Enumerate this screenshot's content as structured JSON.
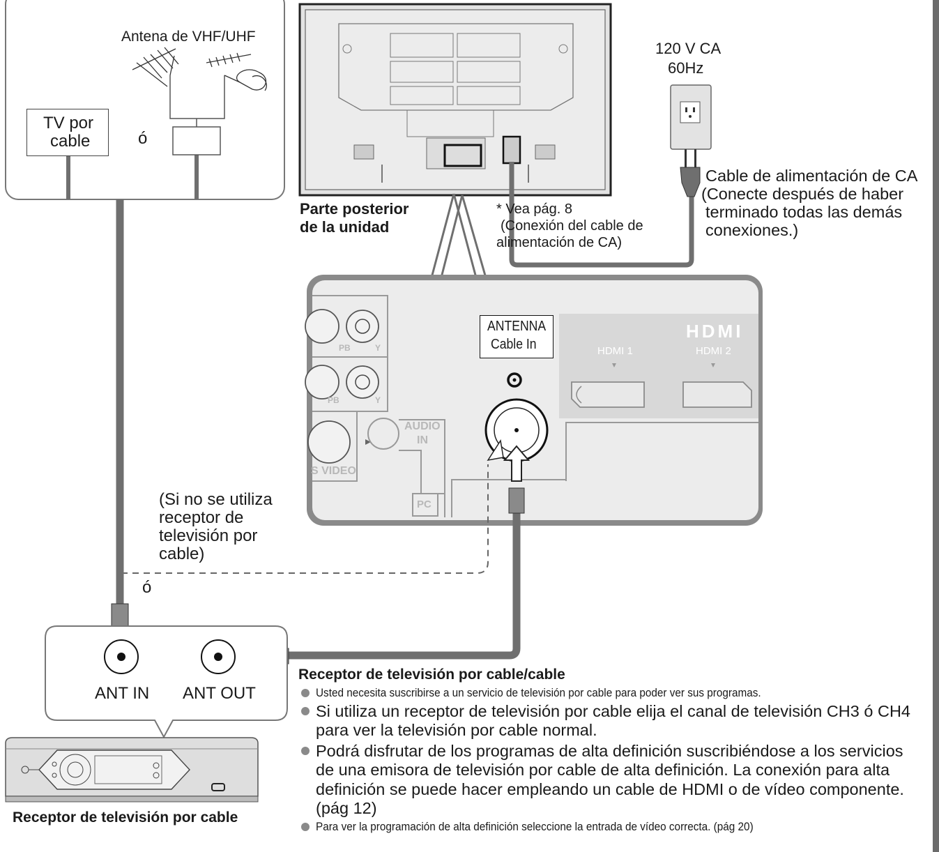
{
  "diagram": {
    "antenna_box": {
      "antenna_label": "Antena de VHF/UHF",
      "cable_tv_label_line1": "TV por",
      "cable_tv_label_line2": "cable",
      "or_label": "ó"
    },
    "tv_rear": {
      "caption_line1": "Parte posterior",
      "caption_line2": "de la unidad",
      "note_line1": "* Vea pág. 8",
      "note_line2": "(Conexión del cable de",
      "note_line3": "alimentación de CA)"
    },
    "power": {
      "voltage": "120 V CA",
      "frequency": "60Hz",
      "cable_label_line1": "Cable de alimentación de CA",
      "cable_label_line2": "(Conecte después de haber",
      "cable_label_line3": "terminado todas las demás",
      "cable_label_line4": "conexiones.)"
    },
    "panel": {
      "antenna_label_line1": "ANTENNA",
      "antenna_label_line2": "Cable In",
      "hdmi_logo": "HDMI",
      "hdmi1": "HDMI 1",
      "hdmi2": "HDMI 2",
      "pb_label": "PB",
      "pb_label2": "PB",
      "y_label": "Y",
      "y_label2": "Y",
      "audio_in_line1": "AUDIO",
      "audio_in_line2": "IN",
      "s_video": "S VIDEO",
      "pc": "PC"
    },
    "alt_path": {
      "line1": "(Si no se utiliza",
      "line2": "receptor de",
      "line3": "televisión por",
      "line4": "cable)",
      "or_label": "ó"
    },
    "receiver": {
      "ant_in": "ANT IN",
      "ant_out": "ANT OUT",
      "caption": "Receptor de televisión por cable"
    }
  },
  "notes": {
    "heading": "Receptor de televisión por cable/cable",
    "items": [
      "Usted necesita suscribirse a un servicio de televisión por cable para poder ver sus programas.",
      "Si utiliza un receptor de televisión por cable elija el canal de televisión CH3 ó CH4 para ver la televisión por cable normal.",
      "Podrá disfrutar de los programas de alta definición suscribiéndose a los servicios de una emisora de televisión por cable de alta definición. La conexión para alta definición se puede hacer empleando un cable de HDMI o de vídeo componente. (pág 12)",
      "Para ver la programación de alta definición seleccione la entrada de vídeo correcta. (pág 20)"
    ]
  },
  "colors": {
    "cable": "#6f6f6f",
    "device_gray": "#e3e3e3",
    "panel_fill": "#ececec",
    "outline": "#555555",
    "hdmi_band": "#d8d8d8",
    "bullet": "#8a8a8a"
  }
}
